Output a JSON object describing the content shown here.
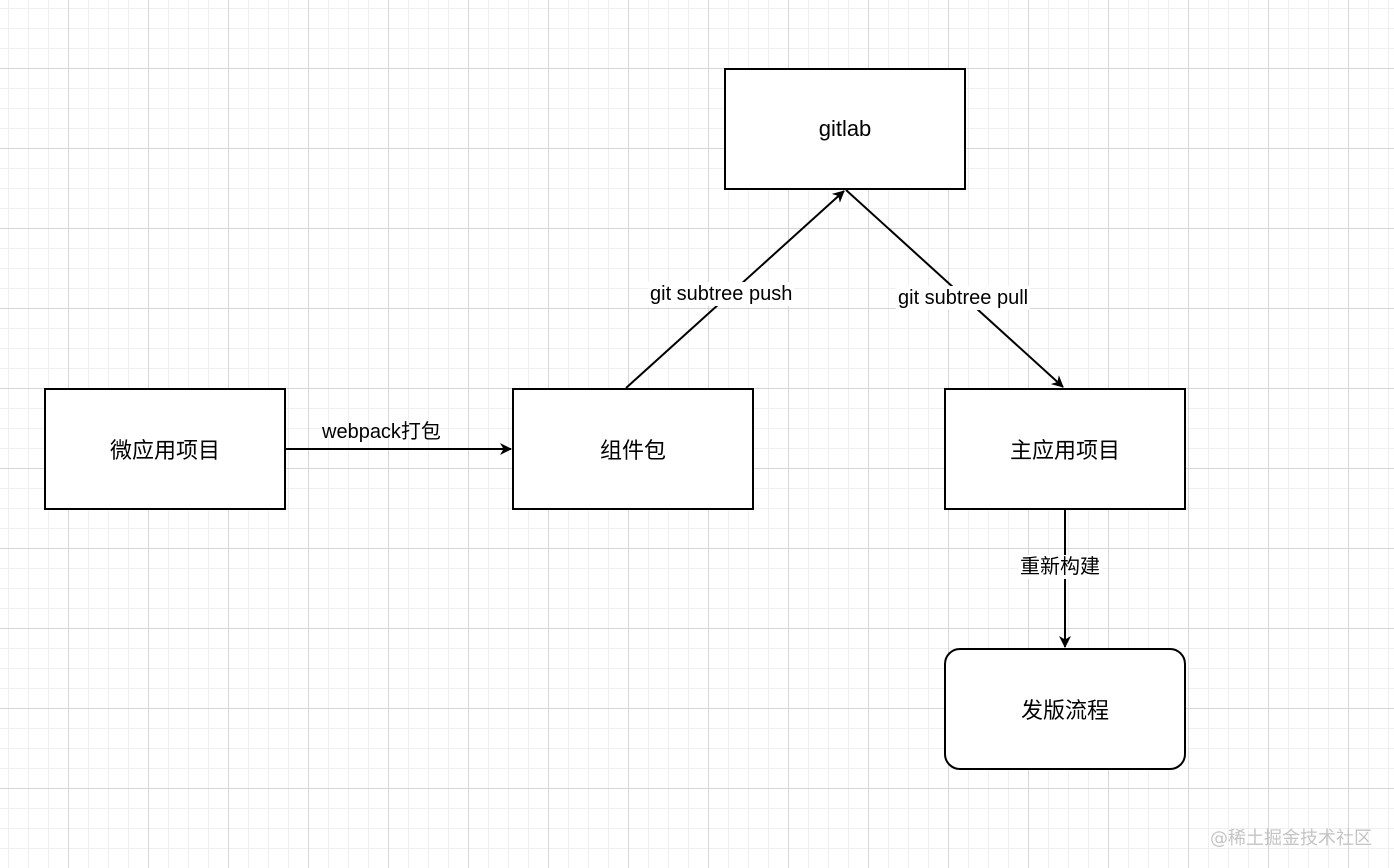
{
  "nodes": {
    "gitlab": "gitlab",
    "micro_app": "微应用项目",
    "component_pkg": "组件包",
    "main_app": "主应用项目",
    "release": "发版流程"
  },
  "edges": {
    "webpack": "webpack打包",
    "push": "git subtree push",
    "pull": "git subtree pull",
    "rebuild": "重新构建"
  },
  "watermark": "@稀土掘金技术社区"
}
